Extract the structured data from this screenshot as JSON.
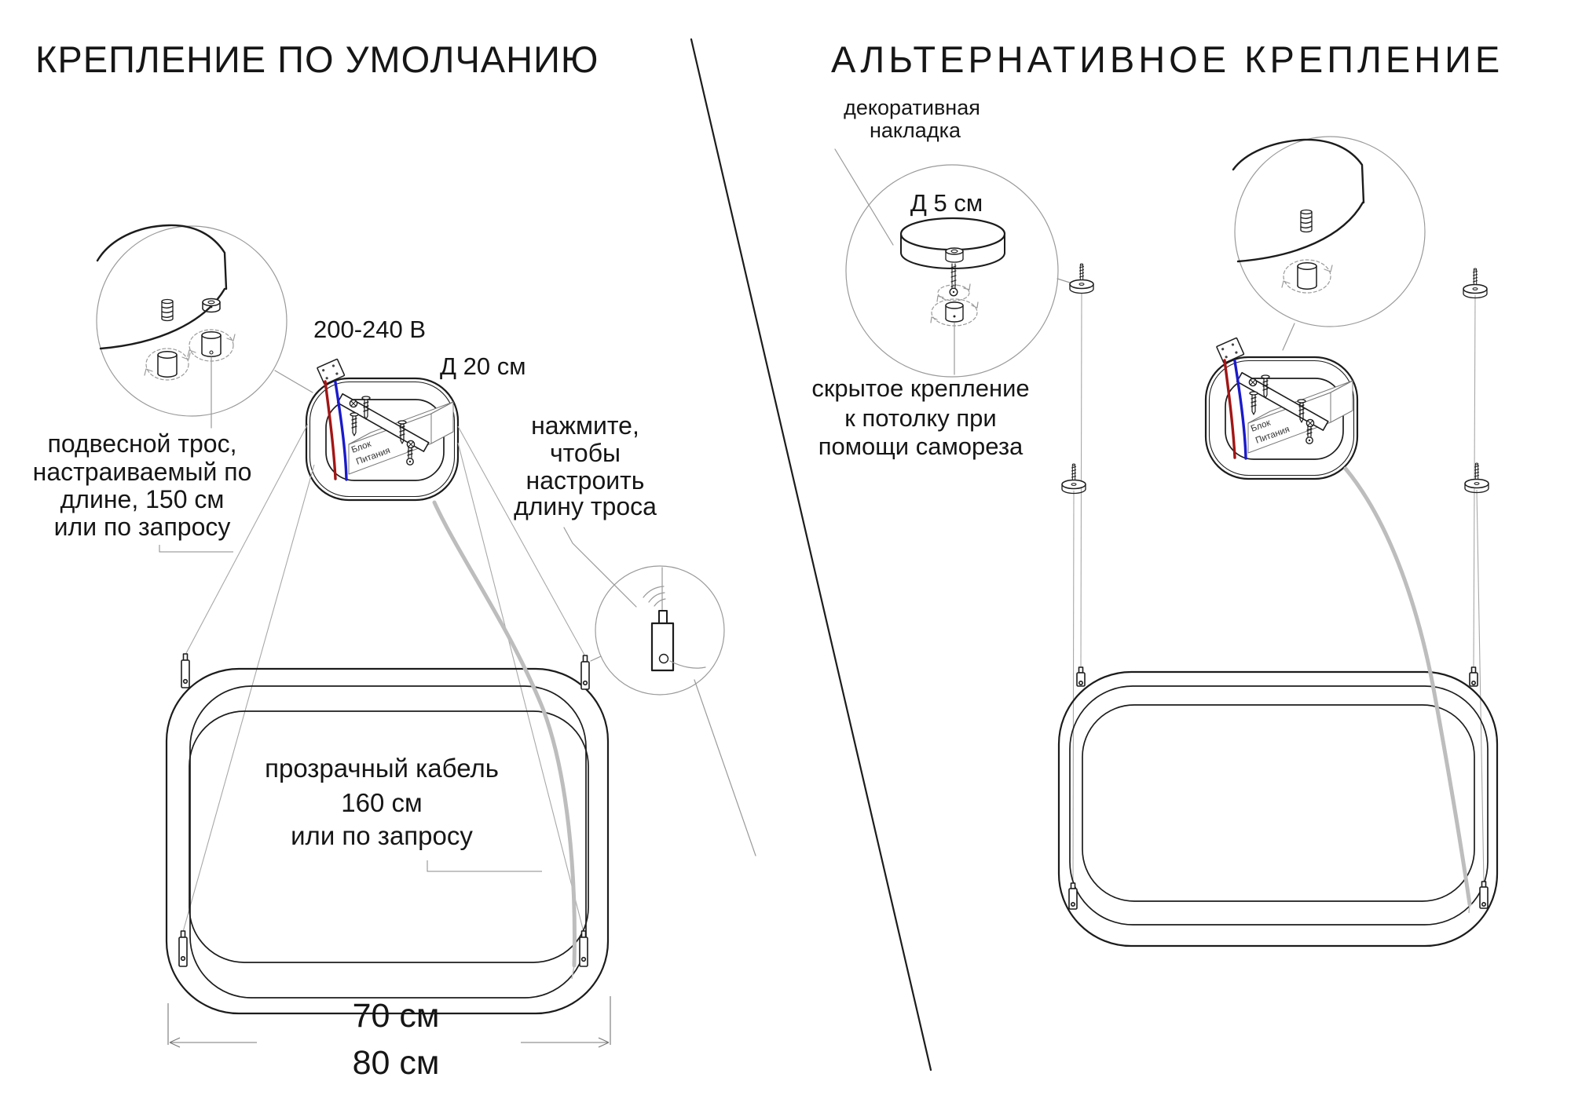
{
  "colors": {
    "ink": "#1c1c1c",
    "thin_line": "#9a9a9a",
    "cable_gray": "#bdbdbd",
    "wire_red": "#a31515",
    "wire_blue": "#1a1acc"
  },
  "left_panel": {
    "title": "КРЕПЛЕНИЕ ПО УМОЛЧАНИЮ",
    "voltage": "200-240 В",
    "canopy_diameter": "Д 20 см",
    "suspension_note": [
      "подвесной трос,",
      "настраиваемый по",
      "длине, 150 см",
      "или по запросу"
    ],
    "adjuster_note": [
      "нажмите,",
      "чтобы",
      "настроить",
      "длину троса"
    ],
    "cable_note": [
      "прозрачный кабель",
      "160 см",
      "или по запросу"
    ],
    "dim_width_1": "70 см",
    "dim_width_2": "80 см",
    "power_box": [
      "Блок",
      "Питания"
    ]
  },
  "right_panel": {
    "title": "АЛЬТЕРНАТИВНОЕ КРЕПЛЕНИЕ",
    "cover_label": [
      "декоративная",
      "накладка"
    ],
    "cover_diameter": "Д 5 см",
    "mount_note": [
      "скрытое крепление",
      "к потолку при",
      "помощи самореза"
    ],
    "power_box": [
      "Блок",
      "Питания"
    ]
  }
}
